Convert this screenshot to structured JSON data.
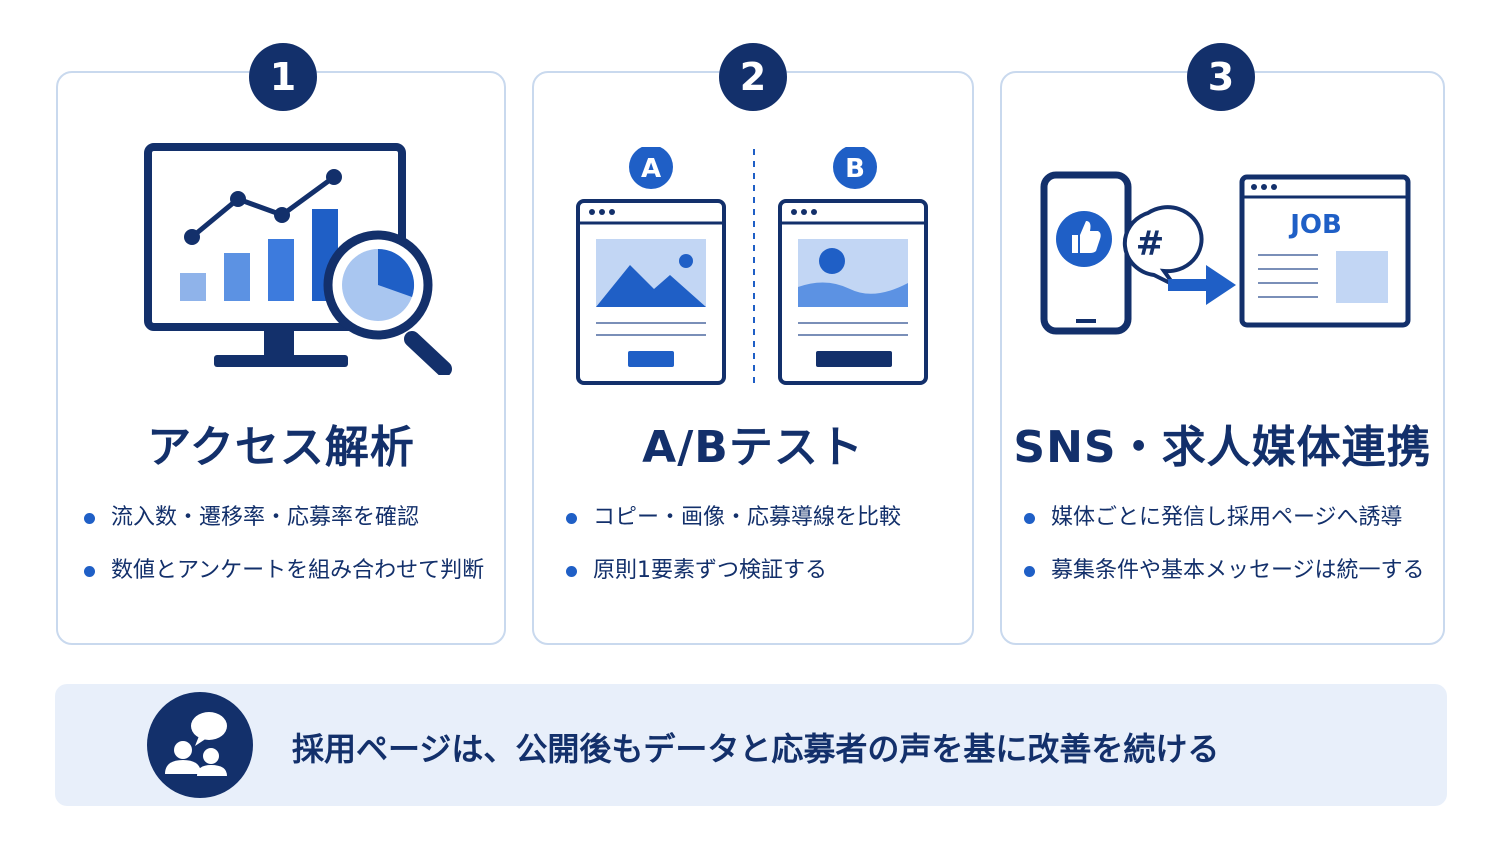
{
  "colors": {
    "navy": "#13306b",
    "blue": "#1f5fc6",
    "light_blue": "#8fb3ea",
    "pale_blue": "#c9d9ee",
    "footer_bg": "#e8effa"
  },
  "steps": [
    {
      "number": "1",
      "title": "アクセス解析",
      "icon": "analytics-monitor-magnifier-icon",
      "bullets": [
        "流入数・遷移率・応募率を確認",
        "数値とアンケートを組み合わせて判断"
      ]
    },
    {
      "number": "2",
      "title": "A/Bテスト",
      "icon": "ab-test-pages-icon",
      "variant_a": "A",
      "variant_b": "B",
      "bullets": [
        "コピー・画像・応募導線を比較",
        "原則1要素ずつ検証する"
      ]
    },
    {
      "number": "3",
      "title": "SNS・求人媒体連携",
      "icon": "sns-to-job-board-icon",
      "job_label": "JOB",
      "hashtag": "#",
      "bullets": [
        "媒体ごとに発信し採用ページへ誘導",
        "募集条件や基本メッセージは統一する"
      ]
    }
  ],
  "footer": {
    "icon": "people-chat-icon",
    "text": "採用ページは、公開後もデータと応募者の声を基に改善を続ける"
  }
}
